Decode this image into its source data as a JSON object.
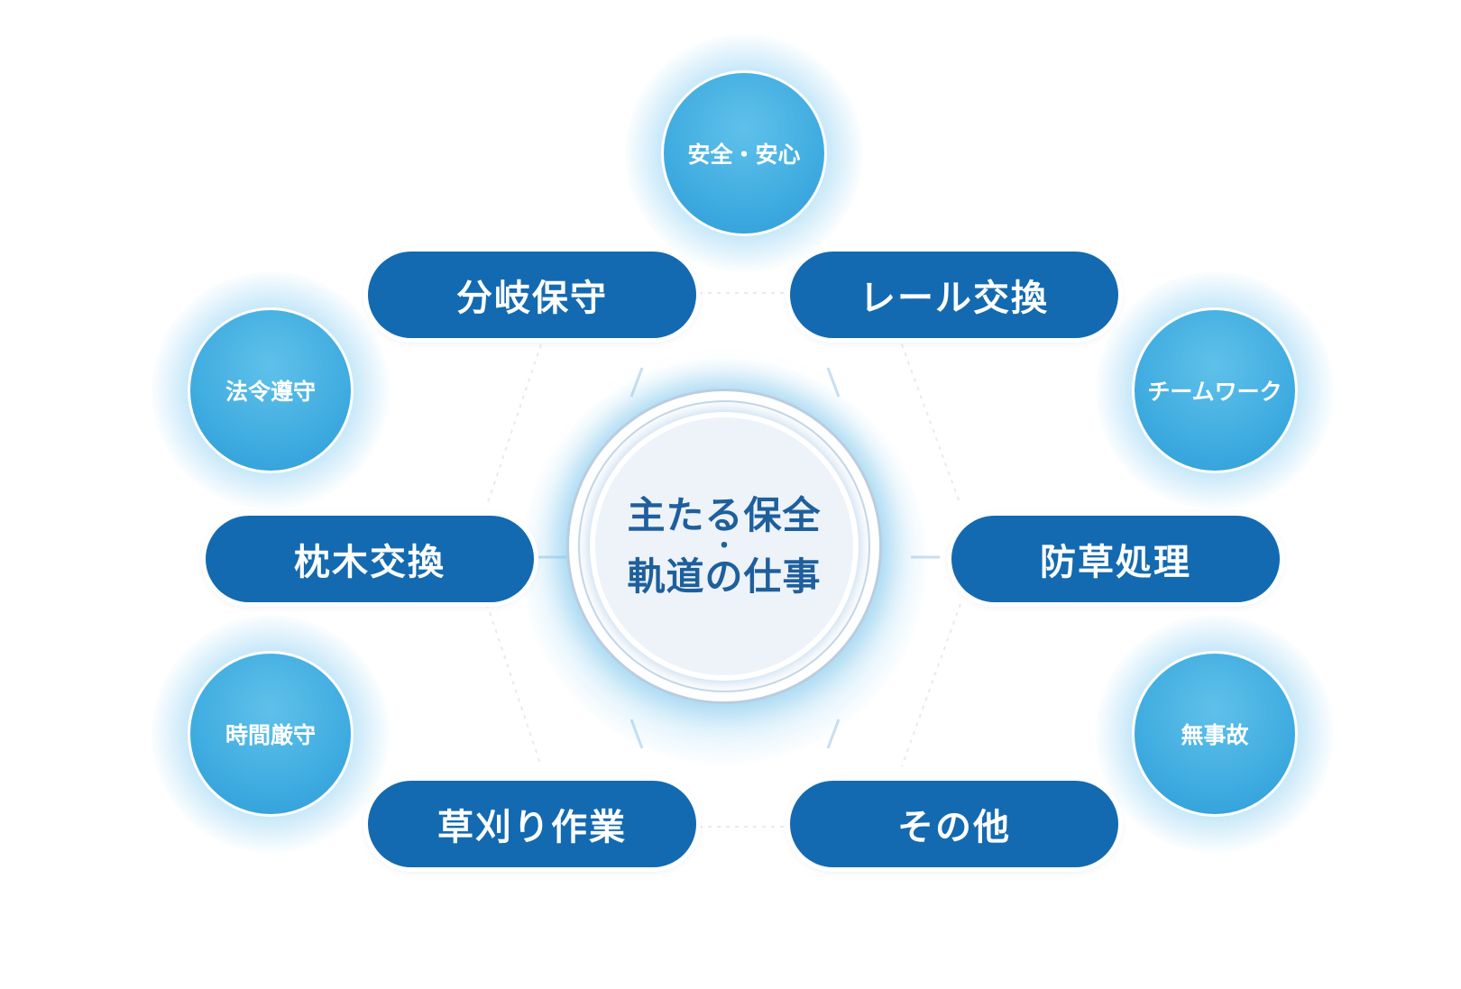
{
  "hub": {
    "line1": "主たる保全",
    "separator": "・",
    "line2": "軌道の仕事"
  },
  "tasks": {
    "bunki_hoshu": "分岐保守",
    "rail_koukan": "レール交換",
    "makuragi_koukan": "枕木交換",
    "bousou_shori": "防草処理",
    "kusakari_sagyou": "草刈り作業",
    "sonota": "その他"
  },
  "values": {
    "anzen_anshin": "安全・安心",
    "hourei_junshu": "法令遵守",
    "team_work": "チームワーク",
    "jikan_genshu": "時間厳守",
    "mujiko": "無事故"
  },
  "colors": {
    "pill": "#136ab0",
    "hub_text": "#1e5f9c",
    "bubble": "#3aa8de",
    "hub_core": "#eef3fa"
  }
}
